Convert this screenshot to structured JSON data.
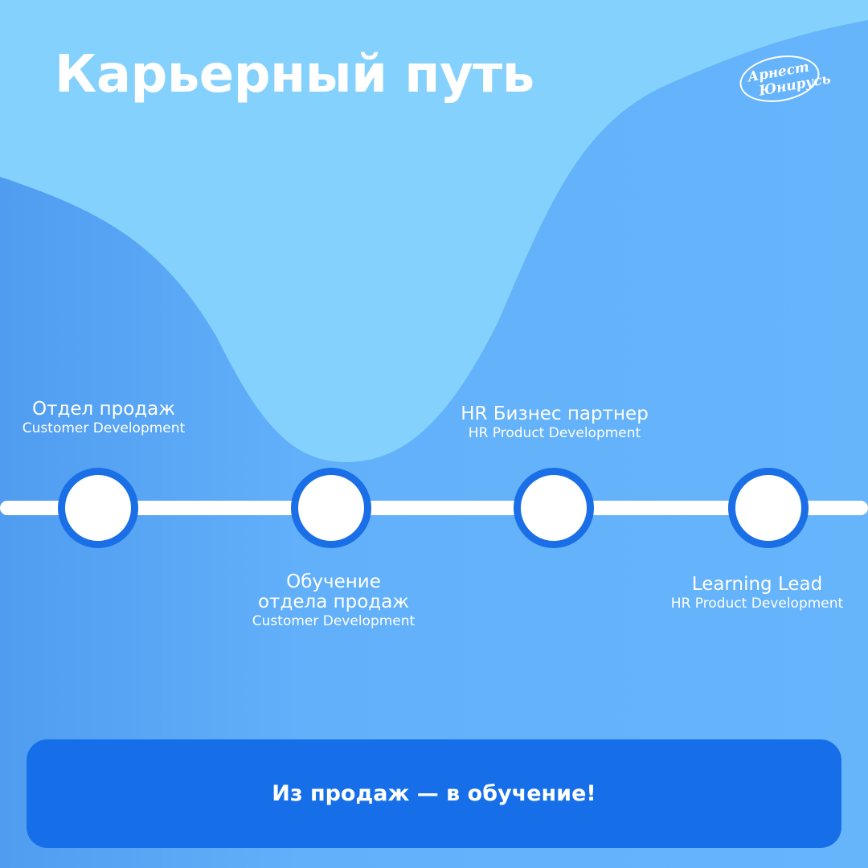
{
  "header": {
    "title": "Карьерный путь"
  },
  "logo": {
    "line1": "Арнест",
    "line2": "Юнирусь"
  },
  "steps": [
    {
      "title": "Отдел продаж",
      "subtitle": "Customer Development"
    },
    {
      "title_line1": "Обучение",
      "title_line2": "отдела продаж",
      "subtitle": "Customer Development"
    },
    {
      "title": "HR Бизнес партнер",
      "subtitle": "HR Product Development"
    },
    {
      "title": "Learning Lead",
      "subtitle": "HR Product Development"
    }
  ],
  "cta": {
    "label": "Из продаж — в обучение!"
  },
  "colors": {
    "background_light": "#85d1fd",
    "background_wave": "#64b4fb",
    "accent": "#1a6fe6",
    "cta_bg": "#166fe8",
    "text": "#ffffff"
  }
}
